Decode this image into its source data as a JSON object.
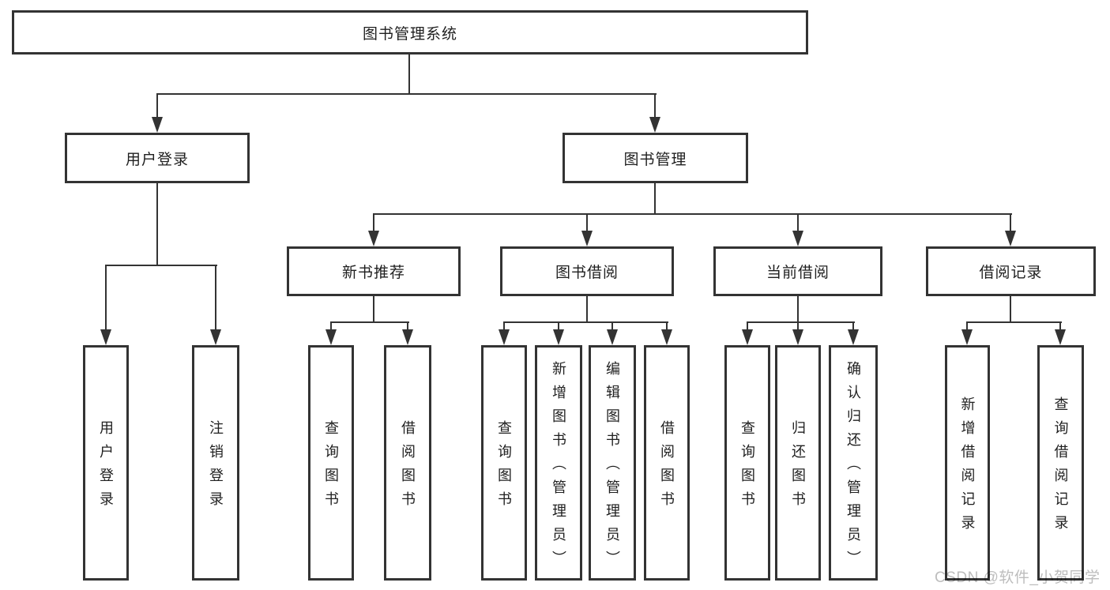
{
  "diagram": {
    "root": {
      "label": "图书管理系统",
      "children": [
        {
          "label": "用户登录",
          "children": [
            {
              "label": "用户登录"
            },
            {
              "label": "注销登录"
            }
          ]
        },
        {
          "label": "图书管理",
          "children": [
            {
              "label": "新书推荐",
              "children": [
                {
                  "label": "查询图书"
                },
                {
                  "label": "借阅图书"
                }
              ]
            },
            {
              "label": "图书借阅",
              "children": [
                {
                  "label": "查询图书"
                },
                {
                  "label": "新增图书（管理员）"
                },
                {
                  "label": "编辑图书（管理员）"
                },
                {
                  "label": "借阅图书"
                }
              ]
            },
            {
              "label": "当前借阅",
              "children": [
                {
                  "label": "查询图书"
                },
                {
                  "label": "归还图书"
                },
                {
                  "label": "确认归还（管理员）"
                }
              ]
            },
            {
              "label": "借阅记录",
              "children": [
                {
                  "label": "新增借阅记录"
                },
                {
                  "label": "查询借阅记录"
                }
              ]
            }
          ]
        }
      ]
    }
  },
  "watermark": "CSDN @软件_小贺同学",
  "colors": {
    "line": "#333333",
    "text": "#1f1f1f",
    "watermark": "#bdbdbd",
    "background": "#ffffff"
  }
}
